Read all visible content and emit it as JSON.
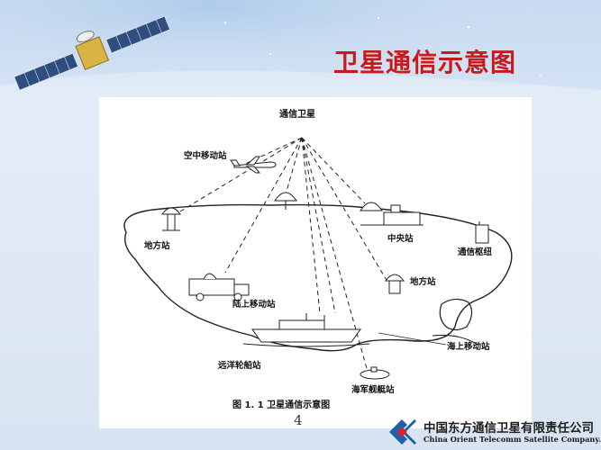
{
  "slide": {
    "title": "卫星通信示意图",
    "page_number": "4"
  },
  "diagram": {
    "labels": {
      "satellite": "通信卫星",
      "air_mobile": "空中移动站",
      "local_station_left": "地方站",
      "central_station": "中央站",
      "hub": "通信枢纽",
      "local_station_right": "地方站",
      "land_mobile": "陆上移动站",
      "sea_mobile": "海上移动站",
      "ocean_ship": "远洋轮船站",
      "navy_ship": "海军舰艇站",
      "caption": "图 1. 1   卫星通信示意图"
    }
  },
  "footer": {
    "company_cn": "中国东方通信卫星有限责任公司",
    "company_en": "China Orient Telecomm Satellite Company.Ltd."
  },
  "colors": {
    "title": "#c81a1a",
    "logo_blue": "#1f5fae",
    "logo_red": "#d9232a"
  }
}
